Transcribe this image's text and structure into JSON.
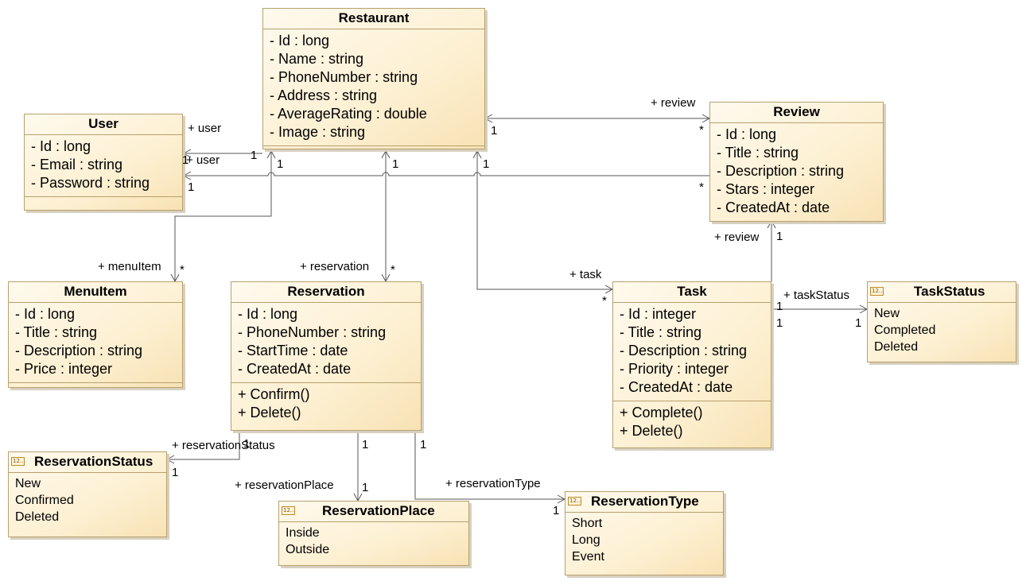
{
  "classes": {
    "restaurant": {
      "name": "Restaurant",
      "attributes": [
        "- Id : long",
        "- Name : string",
        "- PhoneNumber : string",
        "- Address : string",
        "- AverageRating : double",
        "- Image : string"
      ]
    },
    "user": {
      "name": "User",
      "attributes": [
        "- Id : long",
        "- Email : string",
        "- Password : string"
      ]
    },
    "review": {
      "name": "Review",
      "attributes": [
        "- Id : long",
        "- Title : string",
        "- Description : string",
        "- Stars : integer",
        "- CreatedAt : date"
      ]
    },
    "menuitem": {
      "name": "MenuItem",
      "attributes": [
        "- Id : long",
        "- Title : string",
        "- Description : string",
        "- Price : integer"
      ]
    },
    "reservation": {
      "name": "Reservation",
      "attributes": [
        "- Id : long",
        "- PhoneNumber : string",
        "- StartTime : date",
        "- CreatedAt : date"
      ],
      "operations": [
        "+ Confirm()",
        "+ Delete()"
      ]
    },
    "task": {
      "name": "Task",
      "attributes": [
        "- Id : integer",
        "- Title : string",
        "- Description : string",
        "- Priority : integer",
        "- CreatedAt : date"
      ],
      "operations": [
        "+ Complete()",
        "+ Delete()"
      ]
    }
  },
  "enums": {
    "enum_icon_text": "12...",
    "taskstatus": {
      "name": "TaskStatus",
      "literals": [
        "New",
        "Completed",
        "Deleted"
      ]
    },
    "reservationstatus": {
      "name": "ReservationStatus",
      "literals": [
        "New",
        "Confirmed",
        "Deleted"
      ]
    },
    "reservationplace": {
      "name": "ReservationPlace",
      "literals": [
        "Inside",
        "Outside"
      ]
    },
    "reservationtype": {
      "name": "ReservationType",
      "literals": [
        "Short",
        "Long",
        "Event"
      ]
    }
  },
  "associations": {
    "restaurant_user": {
      "role": "+ user",
      "mult_restaurant": "1",
      "mult_user": "1"
    },
    "review_user": {
      "role": "+ user",
      "mult_review": "*",
      "mult_user": "1"
    },
    "restaurant_review": {
      "role": "+ review",
      "mult_restaurant": "1",
      "mult_review": "*"
    },
    "restaurant_menuitem": {
      "role": "+ menuItem",
      "mult_restaurant": "1",
      "mult_menuitem": "*"
    },
    "restaurant_reservation": {
      "role": "+ reservation",
      "mult_restaurant": "1",
      "mult_reservation": "*"
    },
    "restaurant_task": {
      "role": "+ task",
      "mult_restaurant": "1",
      "mult_task": "*"
    },
    "task_review": {
      "role": "+ review",
      "mult_review": "1"
    },
    "task_taskstatus": {
      "role": "+ taskStatus",
      "mult_task_a": "1",
      "mult_task_b": "1",
      "mult_taskstatus": "1"
    },
    "reservation_status": {
      "role": "+ reservationStatus",
      "mult_reservation": "1",
      "mult_status": "1"
    },
    "reservation_place": {
      "role": "+ reservationPlace",
      "mult_reservation": "1",
      "mult_place": "1"
    },
    "reservation_type": {
      "role": "+ reservationType",
      "mult_reservation": "1",
      "mult_type": "1"
    }
  },
  "colors": {
    "class_border": "#b8a06e",
    "class_fill": "#fdf0d2",
    "line": "#555555"
  }
}
